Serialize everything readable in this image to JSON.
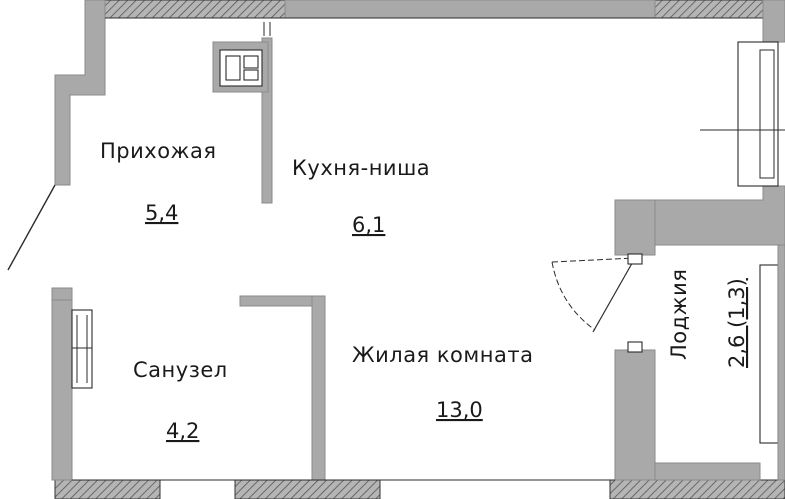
{
  "plan": {
    "rooms": [
      {
        "id": "hallway",
        "name": "Прихожая",
        "area": "5,4"
      },
      {
        "id": "kitchen",
        "name": "Кухня-ниша",
        "area": "6,1"
      },
      {
        "id": "bathroom",
        "name": "Санузел",
        "area": "4,2"
      },
      {
        "id": "living",
        "name": "Жилая комната",
        "area": "13,0"
      },
      {
        "id": "loggia",
        "name": "Лоджия",
        "area": "2,6 (1,3)"
      }
    ]
  }
}
